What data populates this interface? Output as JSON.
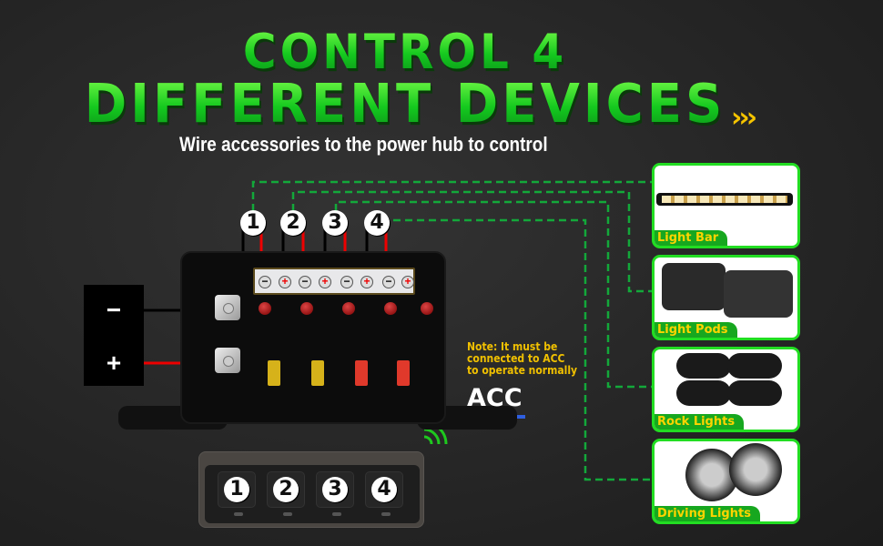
{
  "header": {
    "title_line1": "CONTROL 4",
    "title_line2": "DIFFERENT DEVICES",
    "chevrons": "›››",
    "subtitle": "Wire accessories to the power hub to control"
  },
  "channels": [
    "1",
    "2",
    "3",
    "4"
  ],
  "terminal_signs": {
    "neg": "−",
    "pos": "+"
  },
  "battery": {
    "neg_label": "−",
    "pos_label": "+"
  },
  "note": {
    "line1": "Note: It must be",
    "line2": "connected to ACC",
    "line3": "to operate normally",
    "acc_label": "ACC"
  },
  "devices": [
    {
      "label": "Light Bar",
      "channel": "1"
    },
    {
      "label": "Light Pods",
      "channel": "2"
    },
    {
      "label": "Rock Lights",
      "channel": "3"
    },
    {
      "label": "Driving Lights",
      "channel": "4"
    }
  ],
  "remote": {
    "buttons": [
      "1",
      "2",
      "3",
      "4"
    ]
  },
  "colors": {
    "accent_green": "#22dd22",
    "dashed_line": "#13a83a",
    "label_yellow": "#ffd400",
    "note_yellow": "#f0c000",
    "wire_red": "#e00000",
    "wire_blue": "#2f5fe0",
    "arrow_yellow": "#f5c400"
  }
}
